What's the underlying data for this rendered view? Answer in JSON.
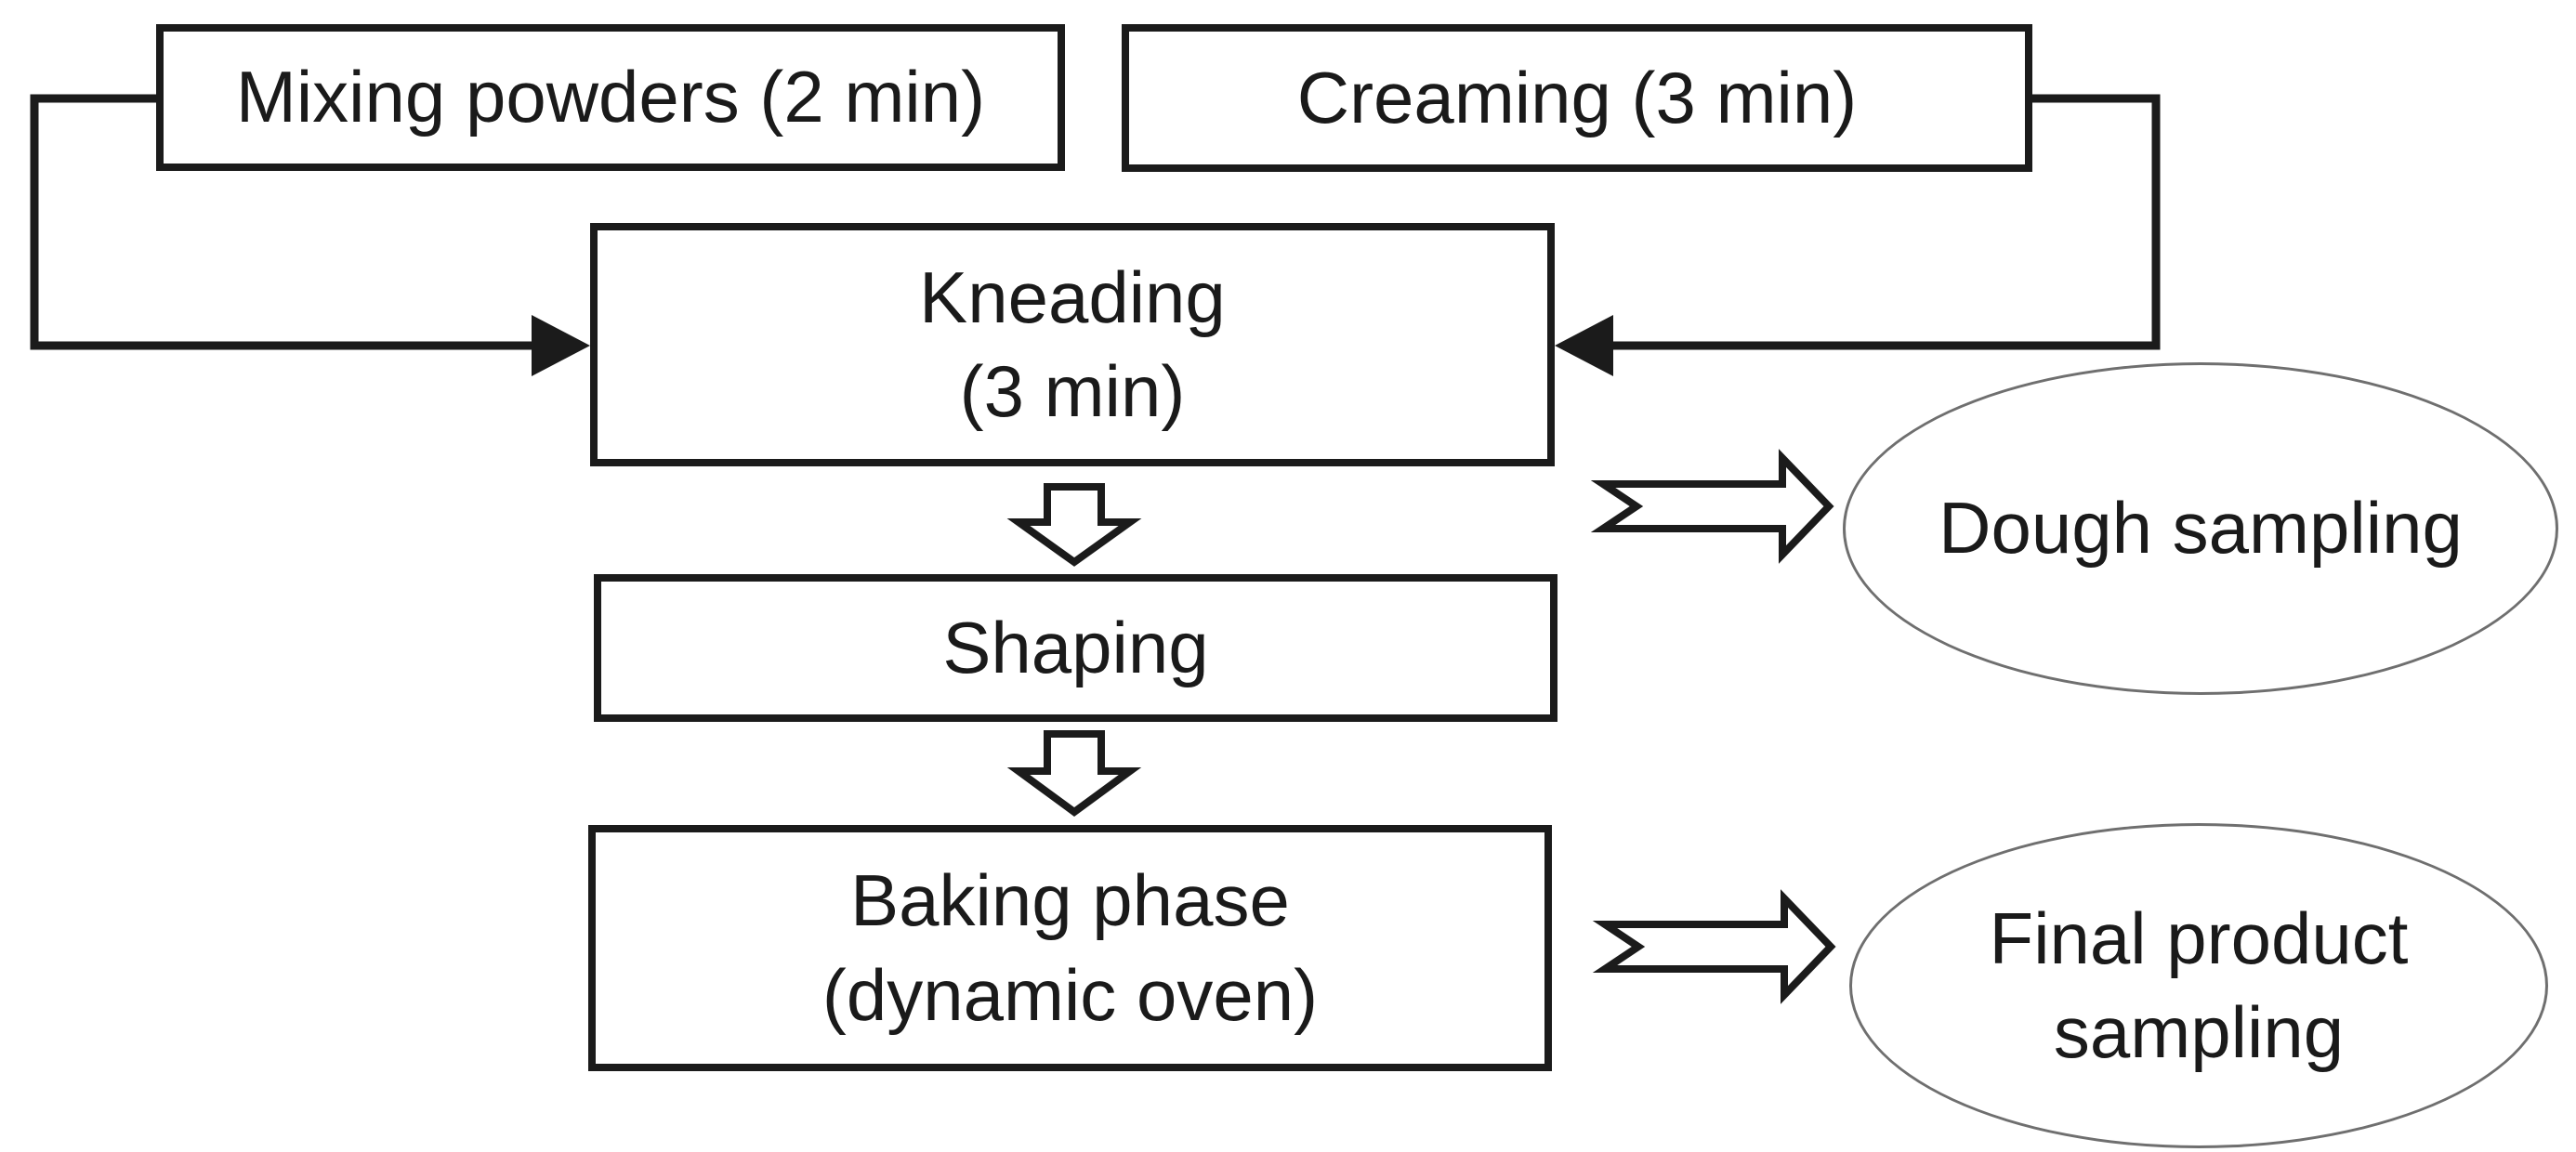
{
  "flowchart": {
    "background_color": "#ffffff",
    "box_outline_color": "#1b1b1b",
    "ellipse_outline_color": "#6f6f6f",
    "text_color": "#1a1a1a",
    "process_boxes": [
      {
        "id": "mixing-powders",
        "label": "Mixing powders (2 min)"
      },
      {
        "id": "creaming",
        "label": "Creaming (3 min)"
      },
      {
        "id": "kneading",
        "label": "Kneading\n(3 min)"
      },
      {
        "id": "shaping",
        "label": "Shaping"
      },
      {
        "id": "baking-phase",
        "label": "Baking phase\n(dynamic oven)"
      }
    ],
    "sampling_nodes": [
      {
        "id": "dough-sampling",
        "label": "Dough sampling"
      },
      {
        "id": "final-product-sampling",
        "label": "Final product\nsampling"
      }
    ],
    "connectors": [
      {
        "from": "mixing-powders",
        "to": "kneading",
        "style": "elbow-line-solid-arrowhead"
      },
      {
        "from": "creaming",
        "to": "kneading",
        "style": "elbow-line-solid-arrowhead"
      },
      {
        "from": "kneading",
        "to": "shaping",
        "style": "hollow-block-arrow-down"
      },
      {
        "from": "shaping",
        "to": "baking-phase",
        "style": "hollow-block-arrow-down"
      },
      {
        "from": "kneading",
        "to": "dough-sampling",
        "style": "notched-right-arrow"
      },
      {
        "from": "baking-phase",
        "to": "final-product-sampling",
        "style": "notched-right-arrow"
      }
    ]
  }
}
